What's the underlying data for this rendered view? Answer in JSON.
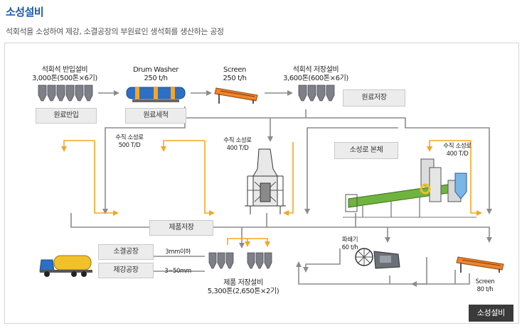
{
  "header": {
    "title": "소성설비",
    "subtitle": "석회석을 소성하여 제강, 소결공장의 부원료인 생석회를 생산하는 공정"
  },
  "equipment": {
    "intake": {
      "name": "석회석 반입설비",
      "capacity": "3,000톤(500톤×6기)"
    },
    "washer": {
      "name": "Drum Washer",
      "capacity": "250 t/h"
    },
    "screen_top": {
      "name": "Screen",
      "capacity": "250 t/h"
    },
    "storage_top": {
      "name": "석회석 저장설비",
      "capacity": "3,600톤(600톤×6기)"
    },
    "kiln_left": {
      "name": "수직 소성로",
      "capacity": "500 T/D"
    },
    "kiln_mid": {
      "name": "수직 소성로",
      "capacity": "400 T/D"
    },
    "kiln_right": {
      "name": "수직 소성로",
      "capacity": "400 T/D"
    },
    "crusher": {
      "name": "파쇄기",
      "capacity": "60 t/h"
    },
    "screen_bottom": {
      "name": "Screen",
      "capacity": "80 t/h"
    },
    "product_storage": {
      "name": "제품 저장설비",
      "capacity": "5,300톤(2,650톤×2기)"
    }
  },
  "boxes": {
    "intake": "원료반입",
    "washing": "원료세척",
    "raw_storage": "원료저장",
    "kiln_body": "소성로 본체",
    "product_storage": "제품저장",
    "sinter_plant": "소결공장",
    "steel_plant": "제강공장"
  },
  "size_labels": {
    "sinter": "3mm이하",
    "steel": "3~50mm"
  },
  "badge": "소성설비",
  "colors": {
    "title": "#1d5aa8",
    "flow_gray": "#8c8c8c",
    "flow_orange": "#f5a623",
    "box_bg": "#ececec"
  }
}
